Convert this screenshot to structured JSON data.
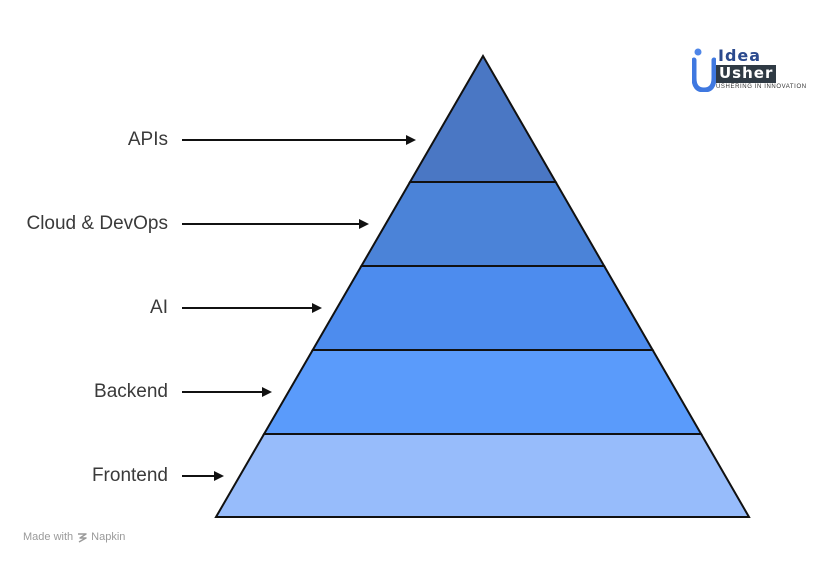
{
  "pyramid": {
    "layers": [
      {
        "label": "APIs",
        "color": "#4a77c4"
      },
      {
        "label": "Cloud & DevOps",
        "color": "#4b83d8"
      },
      {
        "label": "AI",
        "color": "#4d8cee"
      },
      {
        "label": "Backend",
        "color": "#5a9bfb"
      },
      {
        "label": "Frontend",
        "color": "#97bcfb"
      }
    ],
    "stroke_color": "#111111"
  },
  "brand": {
    "line1": "Idea",
    "line2": "Usher",
    "tagline": "USHERING IN INNOVATION",
    "mark_icon": "idea-usher-logo-mark"
  },
  "footer": {
    "made_with": "Made with",
    "product": "Napkin",
    "icon": "napkin-logo-icon"
  }
}
